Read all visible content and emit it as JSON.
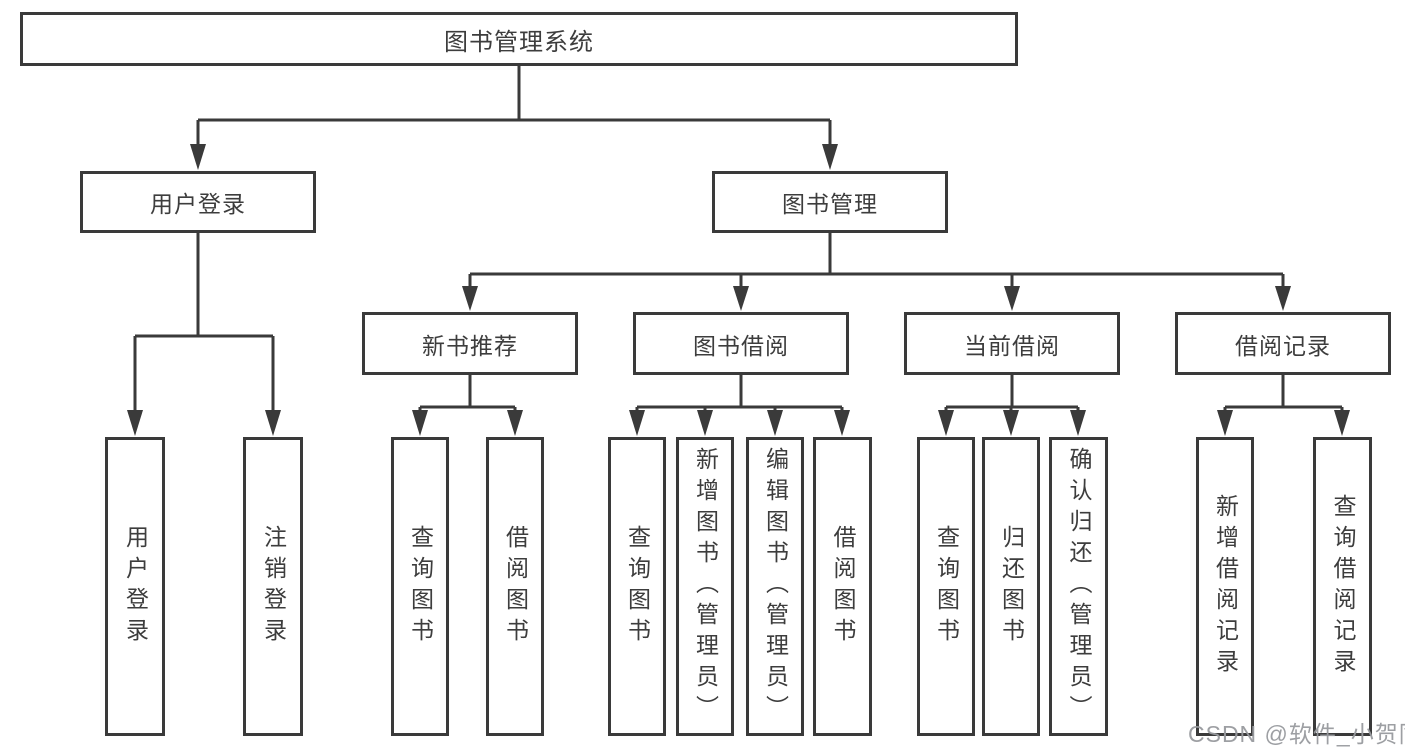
{
  "diagram_title": "图书管理系统",
  "tree": {
    "label": "图书管理系统",
    "children": [
      {
        "label": "用户登录",
        "children": [
          {
            "label": "用户登录"
          },
          {
            "label": "注销登录"
          }
        ]
      },
      {
        "label": "图书管理",
        "children": [
          {
            "label": "新书推荐",
            "children": [
              {
                "label": "查询图书"
              },
              {
                "label": "借阅图书"
              }
            ]
          },
          {
            "label": "图书借阅",
            "children": [
              {
                "label": "查询图书"
              },
              {
                "label": "新增图书（管理员）"
              },
              {
                "label": "编辑图书（管理员）"
              },
              {
                "label": "借阅图书"
              }
            ]
          },
          {
            "label": "当前借阅",
            "children": [
              {
                "label": "查询图书"
              },
              {
                "label": "归还图书"
              },
              {
                "label": "确认归还（管理员）"
              }
            ]
          },
          {
            "label": "借阅记录",
            "children": [
              {
                "label": "新增借阅记录"
              },
              {
                "label": "查询借阅记录"
              }
            ]
          }
        ]
      }
    ]
  },
  "watermark": {
    "text": "CSDN @软件_小贺同学"
  },
  "colors": {
    "line": "#3a3a3a",
    "box_border": "#3a3a3a",
    "text": "#3d3d3d",
    "background": "#ffffff",
    "watermark": "#989a9e"
  }
}
